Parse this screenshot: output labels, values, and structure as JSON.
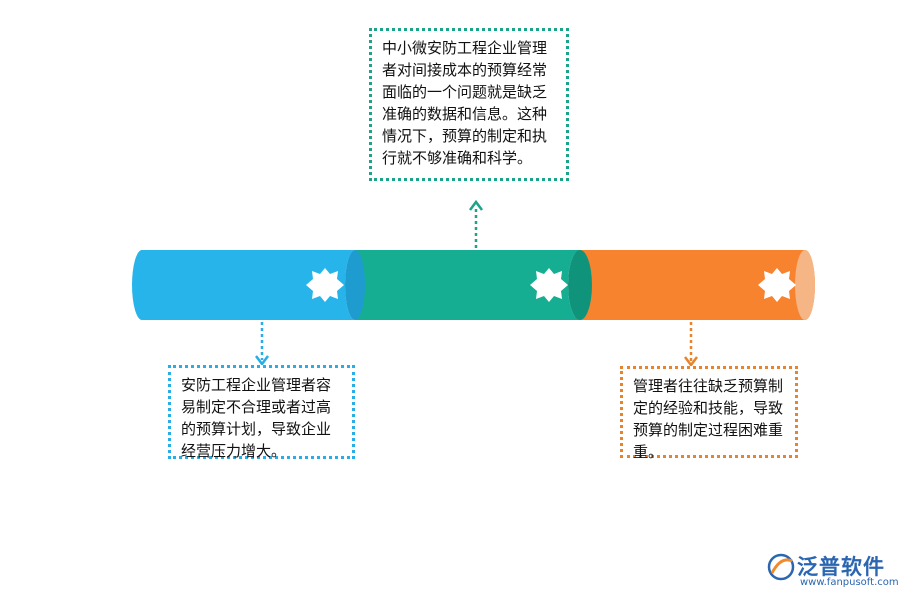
{
  "segments": [
    {
      "color": "#27b4ea",
      "shade": "#1e9ccf"
    },
    {
      "color": "#16ae92",
      "shade": "#0f947b"
    },
    {
      "color": "#f7832f",
      "shade": "#e06f1c",
      "cap": "#f6b585"
    }
  ],
  "boxes": {
    "top": {
      "text": "中小微安防工程企业管理者对间接成本的预算经常面临的一个问题就是缺乏准确的数据和信息。这种情况下，预算的制定和执行就不够准确和科学。"
    },
    "left": {
      "text": "安防工程企业管理者容易制定不合理或者过高的预算计划，导致企业经营压力增大。"
    },
    "right": {
      "text": "管理者往往缺乏预算制定的经验和技能，导致预算的制定过程困难重重。"
    }
  },
  "logo": {
    "name": "泛普软件",
    "url": "www.fanpusoft.com"
  }
}
